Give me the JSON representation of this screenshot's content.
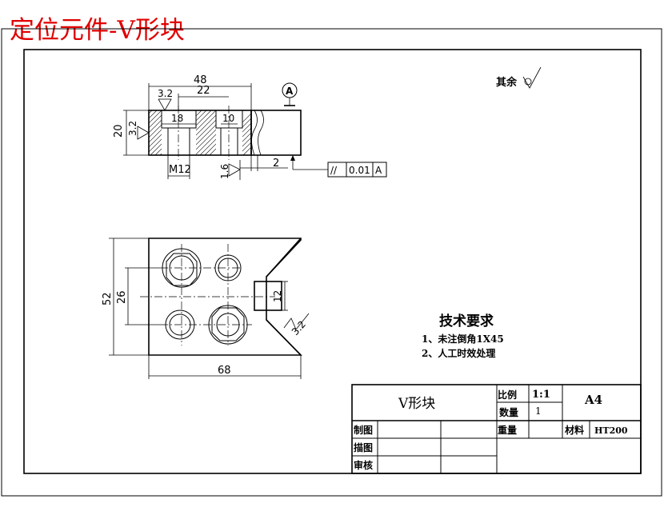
{
  "title": "定位元件-V形块",
  "roughness_note": {
    "label": "其余"
  },
  "dimensions": {
    "d48": "48",
    "d22": "22",
    "d18": "18",
    "d10": "10",
    "d20": "20",
    "m12": "M12",
    "d2": "2",
    "d52": "52",
    "d26": "26",
    "d12": "12",
    "d68": "68"
  },
  "roughness": {
    "r1": "3.2",
    "r2": "3.2",
    "r3": "1.6",
    "r4": "3.2"
  },
  "datum": {
    "label": "A"
  },
  "tolerance": {
    "symbol": "//",
    "value": "0.01",
    "datum": "A"
  },
  "tech_requirements": {
    "heading": "技术要求",
    "items": [
      "1、未注倒角1X45",
      "2、人工时效处理"
    ]
  },
  "title_block": {
    "part_name": "V形块",
    "scale_label": "比例",
    "scale_value": "1:1",
    "qty_label": "数量",
    "qty_value": "1",
    "sheet": "A4",
    "weight_label": "重量",
    "material_label": "材料",
    "material_value": "HT200",
    "drawn_label": "制图",
    "traced_label": "描图",
    "checked_label": "审核"
  }
}
